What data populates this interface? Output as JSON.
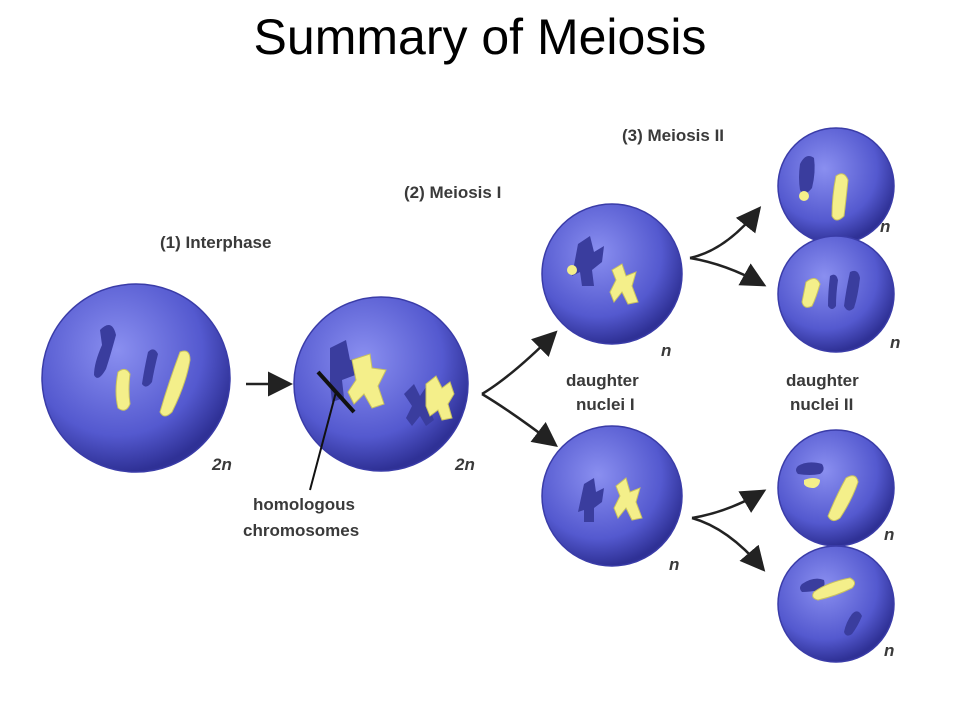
{
  "title": "Summary of Meiosis",
  "labels": {
    "interphase": "(1)  Interphase",
    "meiosis1": "(2)  Meiosis I",
    "meiosis2": "(3)  Meiosis II",
    "homologous_line1": "homologous",
    "homologous_line2": "chromosomes",
    "daughter1_line1": "daughter",
    "daughter1_line2": "nuclei I",
    "daughter2_line1": "daughter",
    "daughter2_line2": "nuclei II",
    "ploidy_2n": "2n",
    "ploidy_n": "n"
  },
  "colors": {
    "cell": "#5b5fd4",
    "cell_dark": "#3a3ca8",
    "chromosome_yellow": "#f4ef8a",
    "chromosome_blue": "#3a3d9e"
  }
}
